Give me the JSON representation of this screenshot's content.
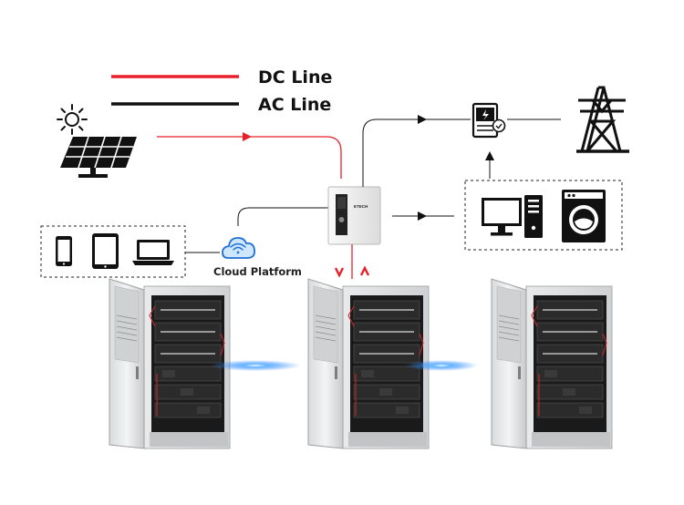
{
  "legend": {
    "dc_label": "DC Line",
    "ac_label": "AC Line",
    "dc_color": "#e8202a",
    "ac_color": "#111111"
  },
  "inverter": {
    "brand": "ETECH"
  },
  "cloud": {
    "label": "Cloud Platform"
  },
  "icons": [
    "sun-icon",
    "solar-panel-icon",
    "smartphone-icon",
    "tablet-icon",
    "laptop-icon",
    "cloud-wifi-icon",
    "inverter-icon",
    "smart-meter-icon",
    "transmission-tower-icon",
    "desktop-computer-icon",
    "washing-machine-icon",
    "battery-cabinet-icon"
  ],
  "colors": {
    "link_glow": "#2f8cff"
  }
}
